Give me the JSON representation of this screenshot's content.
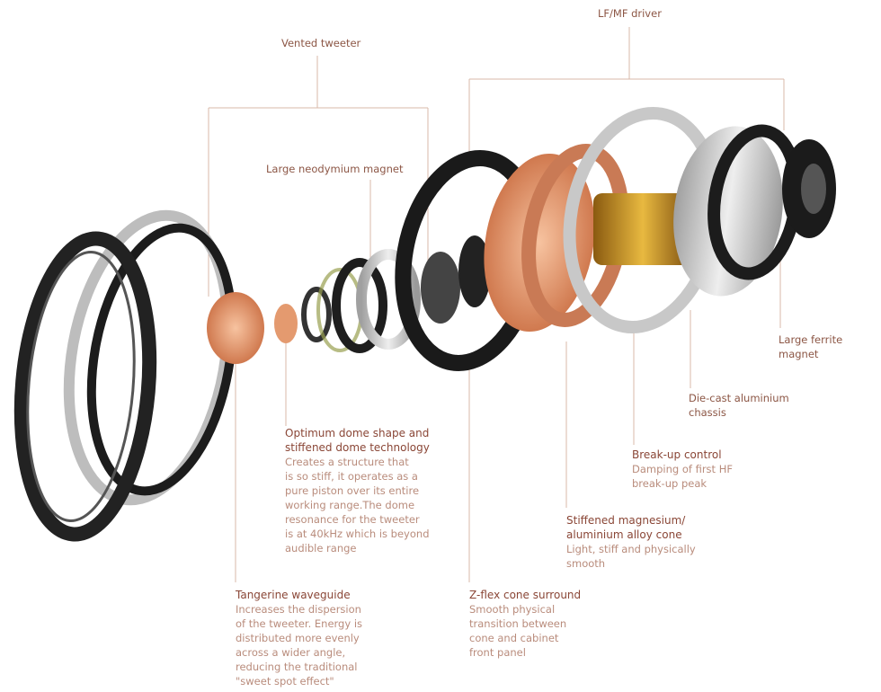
{
  "titles": {
    "vented_tweeter": "Vented tweeter",
    "lf_mf_driver": "LF/MF driver",
    "neodymium": "Large neodymium magnet",
    "ferrite": "Large ferrite\nmagnet",
    "chassis": "Die-cast aluminium\nchassis"
  },
  "callouts": {
    "dome": {
      "heading": "Optimum dome shape and\nstiffened dome technology",
      "body": "Creates a structure that\nis so stiff, it operates as a\npure piston over its entire\nworking range.The dome\nresonance for the tweeter\nis at 40kHz which is beyond\naudible range"
    },
    "waveguide": {
      "heading": "Tangerine waveguide",
      "body": "Increases the dispersion\nof the tweeter.  Energy is\ndistributed more evenly\nacross a wider angle,\nreducing the traditional\n\"sweet spot effect\""
    },
    "surround": {
      "heading": "Z-flex cone surround",
      "body": "Smooth physical\ntransition between\ncone and cabinet\nfront panel"
    },
    "cone": {
      "heading": "Stiffened magnesium/\naluminium alloy cone",
      "body": "Light, stiff and physically\nsmooth"
    },
    "breakup": {
      "heading": "Break-up control",
      "body": "Damping of first HF\nbreak-up peak"
    }
  },
  "colors": {
    "heading": "#8a4636",
    "body": "#b98c7c",
    "leader": "#d9b8aa",
    "copper": "#d9835a"
  }
}
